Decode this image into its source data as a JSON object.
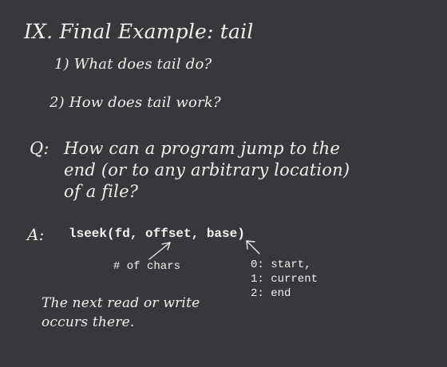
{
  "slide": {
    "title": "IX. Final Example:  tail",
    "items": [
      "1)  What does tail  do?",
      "2)  How does  tail  work?"
    ],
    "question": {
      "label": "Q:",
      "lines": [
        "How can a program jump to the",
        "end (or to any arbitrary location)",
        "of a file?"
      ]
    },
    "answer": {
      "label": "A:",
      "call": "lseek(fd, offset, base)",
      "offset_note": "# of chars",
      "base_options": [
        "0: start,",
        "1: current",
        "2: end"
      ],
      "note_lines": [
        "The next read or write",
        "occurs there."
      ]
    }
  }
}
